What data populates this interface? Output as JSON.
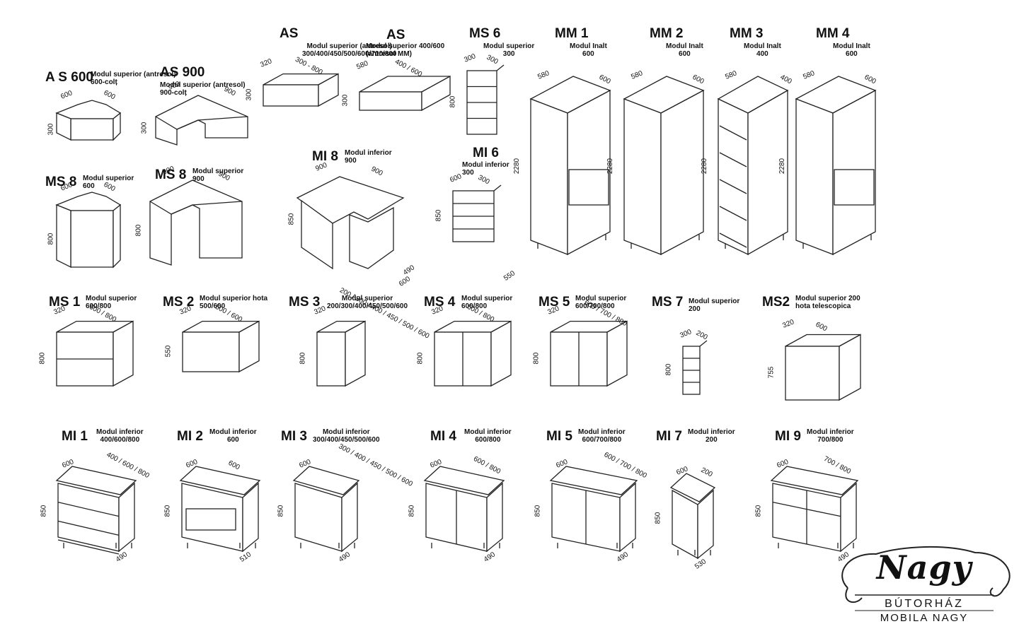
{
  "modules": [
    {
      "code": "A S 600",
      "desc": [
        "Modul superior (antresol)",
        "600-colț"
      ],
      "dims": [
        "600",
        "600",
        "300"
      ]
    },
    {
      "code": "AS 900",
      "desc": [
        "Modul superior (antresol)",
        "900-colț"
      ],
      "dims": [
        "900",
        "900",
        "300"
      ]
    },
    {
      "code": "AS",
      "desc": [
        "Modul superior (antresol)",
        "300/400/450/500/600/700/800"
      ],
      "dims": [
        "320",
        "300 - 800",
        "300"
      ]
    },
    {
      "code": "AS",
      "desc": [
        "Modul superior 400/600",
        "(antresol MM)"
      ],
      "dims": [
        "580",
        "400 / 600",
        "300"
      ]
    },
    {
      "code": "MS 6",
      "desc": [
        "Modul superior",
        "300"
      ],
      "dims": [
        "300",
        "300",
        "800"
      ]
    },
    {
      "code": "MM 1",
      "desc": [
        "Modul Inalt",
        "600"
      ],
      "dims": [
        "580",
        "600",
        "2280"
      ]
    },
    {
      "code": "MM 2",
      "desc": [
        "Modul Inalt",
        "600"
      ],
      "dims": [
        "580",
        "600",
        "2280"
      ]
    },
    {
      "code": "MM 3",
      "desc": [
        "Modul Inalt",
        "400"
      ],
      "dims": [
        "580",
        "400",
        "2280"
      ]
    },
    {
      "code": "MM 4",
      "desc": [
        "Modul Inalt",
        "600"
      ],
      "dims": [
        "580",
        "600",
        "2280"
      ]
    },
    {
      "code": "MI 8",
      "desc": [
        "Modul inferior",
        "900"
      ],
      "dims": [
        "900",
        "900",
        "850",
        "600",
        "490"
      ]
    },
    {
      "code": "MI 6",
      "desc": [
        "Modul inferior",
        "300"
      ],
      "dims": [
        "600",
        "300",
        "850",
        "550"
      ]
    },
    {
      "code": "MS 8",
      "desc": [
        "Modul superior",
        "600"
      ],
      "dims": [
        "600",
        "600",
        "800"
      ]
    },
    {
      "code": "MS 8",
      "desc": [
        "Modul superior",
        "900"
      ],
      "dims": [
        "900",
        "900",
        "800"
      ]
    },
    {
      "code": "MS 1",
      "desc": [
        "Modul superior",
        "600/800"
      ],
      "dims": [
        "320",
        "600 / 800",
        "800"
      ]
    },
    {
      "code": "MS 2",
      "desc": [
        "Modul superior hota",
        "500/600"
      ],
      "dims": [
        "320",
        "500 / 600",
        "550"
      ]
    },
    {
      "code": "MS 3",
      "desc": [
        "Modul superior",
        "200/300/400/450/500/600"
      ],
      "dims": [
        "320",
        "200 / 300 / 400 / 450 / 500 / 600",
        "800"
      ]
    },
    {
      "code": "MS 4",
      "desc": [
        "Modul superior",
        "600/800"
      ],
      "dims": [
        "320",
        "600 / 800",
        "800"
      ]
    },
    {
      "code": "MS 5",
      "desc": [
        "Modul superior",
        "600/700/800"
      ],
      "dims": [
        "320",
        "600 / 700 / 800",
        "800"
      ]
    },
    {
      "code": "MS 7",
      "desc": [
        "Modul superior",
        "200"
      ],
      "dims": [
        "300",
        "200",
        "800"
      ]
    },
    {
      "code": "MS2",
      "desc": [
        "Modul superior 200",
        "hota telescopica"
      ],
      "dims": [
        "320",
        "600",
        "755"
      ]
    },
    {
      "code": "MI 1",
      "desc": [
        "Modul inferior",
        "400/600/800"
      ],
      "dims": [
        "600",
        "400 / 600 / 800",
        "850",
        "490"
      ]
    },
    {
      "code": "MI 2",
      "desc": [
        "Modul inferior",
        "600"
      ],
      "dims": [
        "600",
        "600",
        "850",
        "510"
      ]
    },
    {
      "code": "MI 3",
      "desc": [
        "Modul inferior",
        "300/400/450/500/600"
      ],
      "dims": [
        "600",
        "300 / 400 / 450 / 500 / 600",
        "850",
        "490"
      ]
    },
    {
      "code": "MI 4",
      "desc": [
        "Modul inferior",
        "600/800"
      ],
      "dims": [
        "600",
        "600 / 800",
        "850",
        "490"
      ]
    },
    {
      "code": "MI 5",
      "desc": [
        "Modul inferior",
        "600/700/800"
      ],
      "dims": [
        "600",
        "600 / 700 / 800",
        "850",
        "490"
      ]
    },
    {
      "code": "MI 7",
      "desc": [
        "Modul inferior",
        "200"
      ],
      "dims": [
        "600",
        "200",
        "850",
        "530"
      ]
    },
    {
      "code": "MI 9",
      "desc": [
        "Modul inferior",
        "700/800"
      ],
      "dims": [
        "600",
        "700 / 800",
        "850",
        "490"
      ]
    }
  ],
  "logo": {
    "script": "Nagy",
    "line1": "BÚTORHÁZ",
    "line2": "MOBILA NAGY"
  }
}
